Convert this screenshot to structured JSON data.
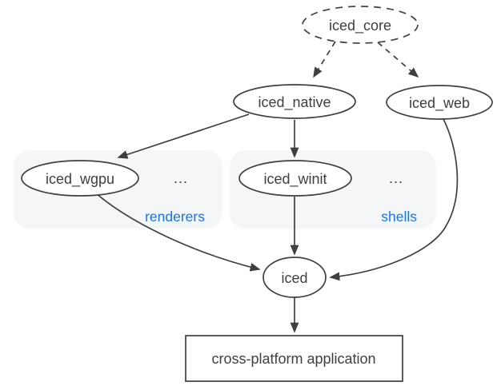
{
  "title": "iced ecosystem dependency diagram",
  "colors": {
    "stroke": "#3d4043",
    "text": "#3d4043",
    "blue": "#1a73e8",
    "groupbg": "#f4f6f8",
    "background": "#ffffff"
  },
  "nodes": {
    "iced_core": {
      "label": "iced_core"
    },
    "iced_native": {
      "label": "iced_native"
    },
    "iced_web": {
      "label": "iced_web"
    },
    "iced_wgpu": {
      "label": "iced_wgpu"
    },
    "iced_winit": {
      "label": "iced_winit"
    },
    "iced": {
      "label": "iced"
    },
    "application": {
      "label": "cross-platform application"
    }
  },
  "groups": {
    "renderers": {
      "label": "renderers",
      "ellipsis": "..."
    },
    "shells": {
      "label": "shells",
      "ellipsis": "..."
    }
  }
}
